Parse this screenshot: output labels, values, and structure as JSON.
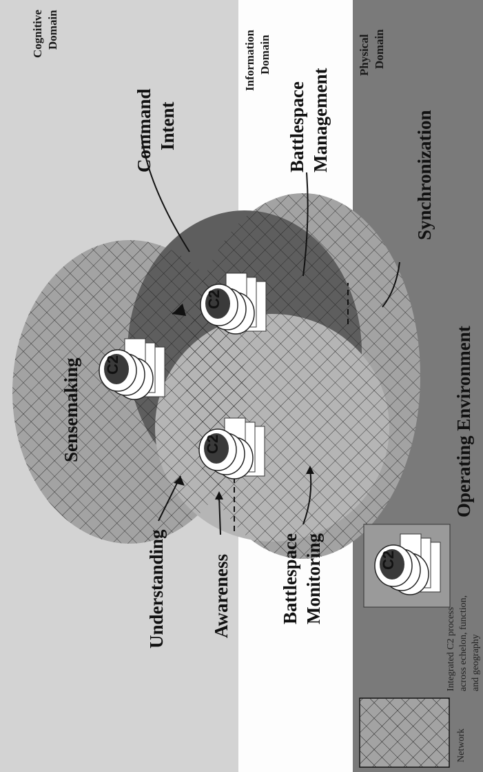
{
  "domains": {
    "cognitive": [
      "Cognitive",
      "Domain"
    ],
    "information": [
      "Information",
      "Domain"
    ],
    "physical": [
      "Physical",
      "Domain"
    ]
  },
  "labels": {
    "command_intent": [
      "Command",
      "Intent"
    ],
    "battlespace_management": [
      "Battlespace",
      "Management"
    ],
    "synchronization": "Synchronization",
    "operating_environment": "Operating Environment",
    "sensemaking": "Sensemaking",
    "understanding": "Understanding",
    "awareness": "Awareness",
    "battlespace_monitoring": [
      "Battlespace",
      "Monitoring"
    ]
  },
  "legend": {
    "network": "Network",
    "process": [
      "Integrated C2 process",
      "across echelon, function,",
      "and geography"
    ]
  },
  "c2_symbol_text": "C2",
  "colors": {
    "cognitive_band": "#d3d3d3",
    "information_band": "#fdfdfd",
    "physical_band": "#7a7a7a",
    "outer_shape": "#a3a3a3",
    "inner_shape": "#5e5e5e"
  }
}
